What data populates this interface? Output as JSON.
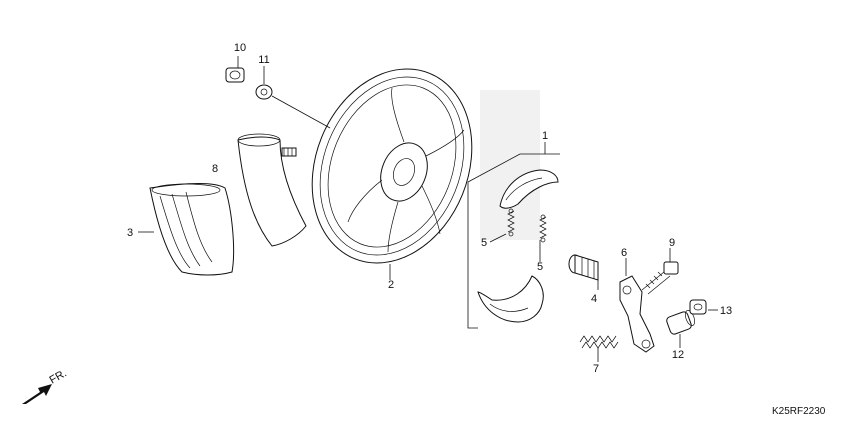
{
  "diagram": {
    "labels": {
      "wheel_assembly_1": "1",
      "wheel_2": "2",
      "mud_guard_3": "3",
      "bushing_4": "4",
      "spring_5a": "5",
      "spring_5b": "5",
      "arm_6": "6",
      "spring_7": "7",
      "tube_8": "8",
      "bolt_9": "9",
      "nut_10": "10",
      "washer_11": "11",
      "collar_12": "12",
      "nut_13": "13"
    },
    "direction_marker": "FR.",
    "diagram_code": "K25RF2230"
  }
}
